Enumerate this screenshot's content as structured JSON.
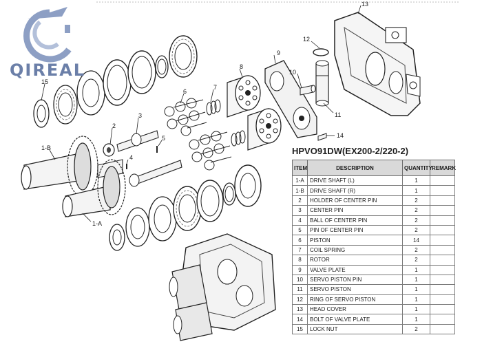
{
  "brand": {
    "name": "QIREAL",
    "color": "#6b7fa8"
  },
  "callouts": {
    "c13": "13",
    "c12": "12",
    "c9": "9",
    "c10": "10",
    "c11": "11",
    "c8": "8",
    "c7": "7",
    "c6": "6",
    "c15": "15",
    "c1b": "1-B",
    "c2": "2",
    "c3": "3",
    "c5": "5",
    "c4": "4",
    "c14": "14",
    "c1a": "1-A"
  },
  "table": {
    "title": "HPVO91DW(EX200-2/220-2)",
    "headers": [
      "ITEM",
      "DESCRIPTION",
      "QUANTITY",
      "REMARK"
    ],
    "rows": [
      {
        "item": "1-A",
        "description": "DRIVE SHAFT (L)",
        "quantity": "1",
        "remark": ""
      },
      {
        "item": "1-B",
        "description": "DRIVE SHAFT (R)",
        "quantity": "1",
        "remark": ""
      },
      {
        "item": "2",
        "description": "HOLDER OF CENTER PIN",
        "quantity": "2",
        "remark": ""
      },
      {
        "item": "3",
        "description": "CENTER PIN",
        "quantity": "2",
        "remark": ""
      },
      {
        "item": "4",
        "description": "BALL OF CENTER PIN",
        "quantity": "2",
        "remark": ""
      },
      {
        "item": "5",
        "description": "PIN OF CENTER PIN",
        "quantity": "2",
        "remark": ""
      },
      {
        "item": "6",
        "description": "PISTON",
        "quantity": "14",
        "remark": ""
      },
      {
        "item": "7",
        "description": "COIL SPRING",
        "quantity": "2",
        "remark": ""
      },
      {
        "item": "8",
        "description": "ROTOR",
        "quantity": "2",
        "remark": ""
      },
      {
        "item": "9",
        "description": "VALVE PLATE",
        "quantity": "1",
        "remark": ""
      },
      {
        "item": "10",
        "description": "SERVO PISTON PIN",
        "quantity": "1",
        "remark": ""
      },
      {
        "item": "11",
        "description": "SERVO PISTON",
        "quantity": "1",
        "remark": ""
      },
      {
        "item": "12",
        "description": "RING OF SERVO PISTON",
        "quantity": "1",
        "remark": ""
      },
      {
        "item": "13",
        "description": "HEAD COVER",
        "quantity": "1",
        "remark": ""
      },
      {
        "item": "14",
        "description": "BOLT OF VALVE PLATE",
        "quantity": "1",
        "remark": ""
      },
      {
        "item": "15",
        "description": "LOCK NUT",
        "quantity": "2",
        "remark": ""
      }
    ]
  }
}
